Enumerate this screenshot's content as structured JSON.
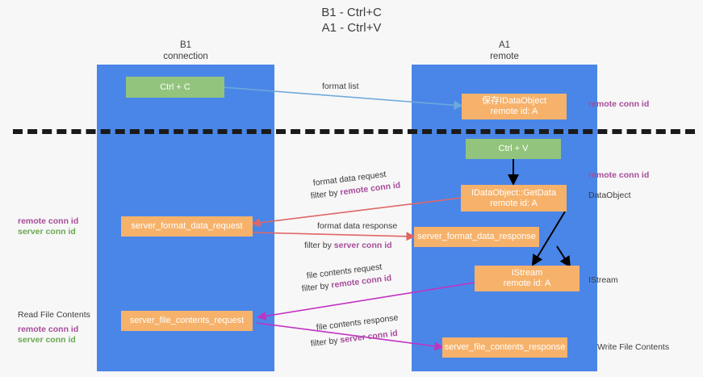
{
  "title": "B1 - Ctrl+C\nA1 - Ctrl+V",
  "columns": {
    "left": {
      "name": "B1",
      "role": "connection",
      "label": "B1\nconnection"
    },
    "right": {
      "name": "A1",
      "role": "remote",
      "label": "A1\nremote"
    }
  },
  "colors": {
    "lane": "#4a86e8",
    "green_box": "#93c47d",
    "orange_box": "#f6b26b",
    "remote_conn_id": "#a64d9a",
    "server_conn_id": "#6aa84f",
    "arrow_format_list": "#6fa8dc",
    "arrow_format_data": "#e06666",
    "arrow_file_contents": "#c232c2",
    "arrow_black": "#000000",
    "divider": "#1a1a1a",
    "background": "#f7f7f7"
  },
  "boxes": {
    "ctrl_c": "Ctrl + C",
    "save_idataobject": "保存IDataObject\nremote id: A",
    "ctrl_v": "Ctrl + V",
    "idataobject_getdata": "IDataObject::GetData\nremote id: A",
    "server_format_data_request": "server_format_data_request",
    "server_format_data_response": "server_format_data_response",
    "istream": "IStream\nremote id: A",
    "server_file_contents_request": "server_file_contents_request",
    "server_file_contents_response": "server_file_contents_response"
  },
  "annotations": {
    "format_list": "format list",
    "format_data_request": "format data request",
    "format_data_request_filter_prefix": "filter by ",
    "format_data_request_filter_key": "remote conn id",
    "format_data_response": "format data response",
    "format_data_response_filter_prefix": "filter by ",
    "format_data_response_filter_key": "server conn id",
    "file_contents_request": "file contents request",
    "file_contents_request_filter_prefix": "filter by ",
    "file_contents_request_filter_key": "remote conn id",
    "file_contents_response": "file contents response",
    "file_contents_response_filter_prefix": "filter by ",
    "file_contents_response_filter_key": "server conn id"
  },
  "side_labels": {
    "right_remote_conn_id_top": "remote conn id",
    "right_remote_conn_id_mid": "remote conn id",
    "right_dataobject": "DataObject",
    "right_istream": "IStream",
    "right_write_file_contents": "Write File Contents",
    "left_remote_conn_id": "remote conn id",
    "left_server_conn_id": "server conn id",
    "left_read_file_contents": "Read File Contents",
    "left_remote_conn_id_2": "remote conn id",
    "left_server_conn_id_2": "server conn id"
  }
}
